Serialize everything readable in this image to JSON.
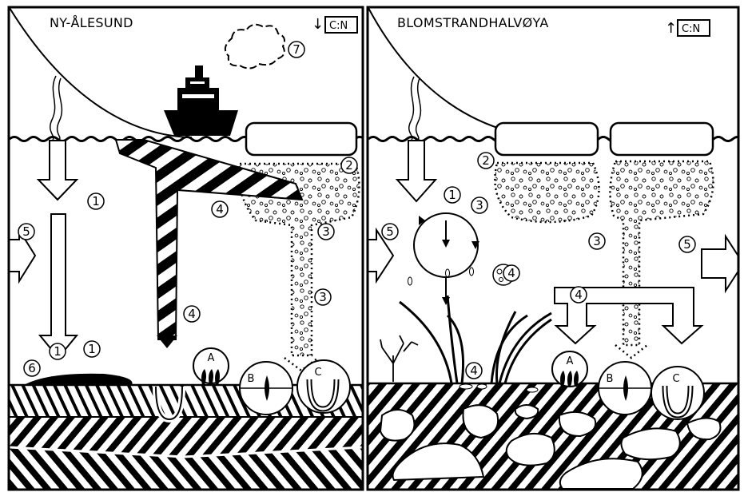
{
  "panels": {
    "left": {
      "title": "NY-ÅLESUND",
      "cn_indicator": {
        "text": "C:N",
        "direction": "down",
        "arrow": "↓"
      },
      "markers": [
        "1",
        "1",
        "1",
        "2",
        "3",
        "3",
        "4",
        "4",
        "5",
        "6",
        "7"
      ],
      "inset_labels": [
        "A",
        "B",
        "C"
      ]
    },
    "right": {
      "title": "BLOMSTRANDHALVØYA",
      "cn_indicator": {
        "text": "C:N",
        "direction": "up",
        "arrow": "↑"
      },
      "markers": [
        "1",
        "2",
        "3",
        "3",
        "4",
        "4",
        "4",
        "5",
        "5"
      ],
      "inset_labels": [
        "A",
        "B",
        "C"
      ]
    }
  },
  "icons": [
    "glacier-icon",
    "ship-icon",
    "cloud-icon",
    "ice-floe-icon",
    "kelp-icon",
    "sediment-icon"
  ]
}
